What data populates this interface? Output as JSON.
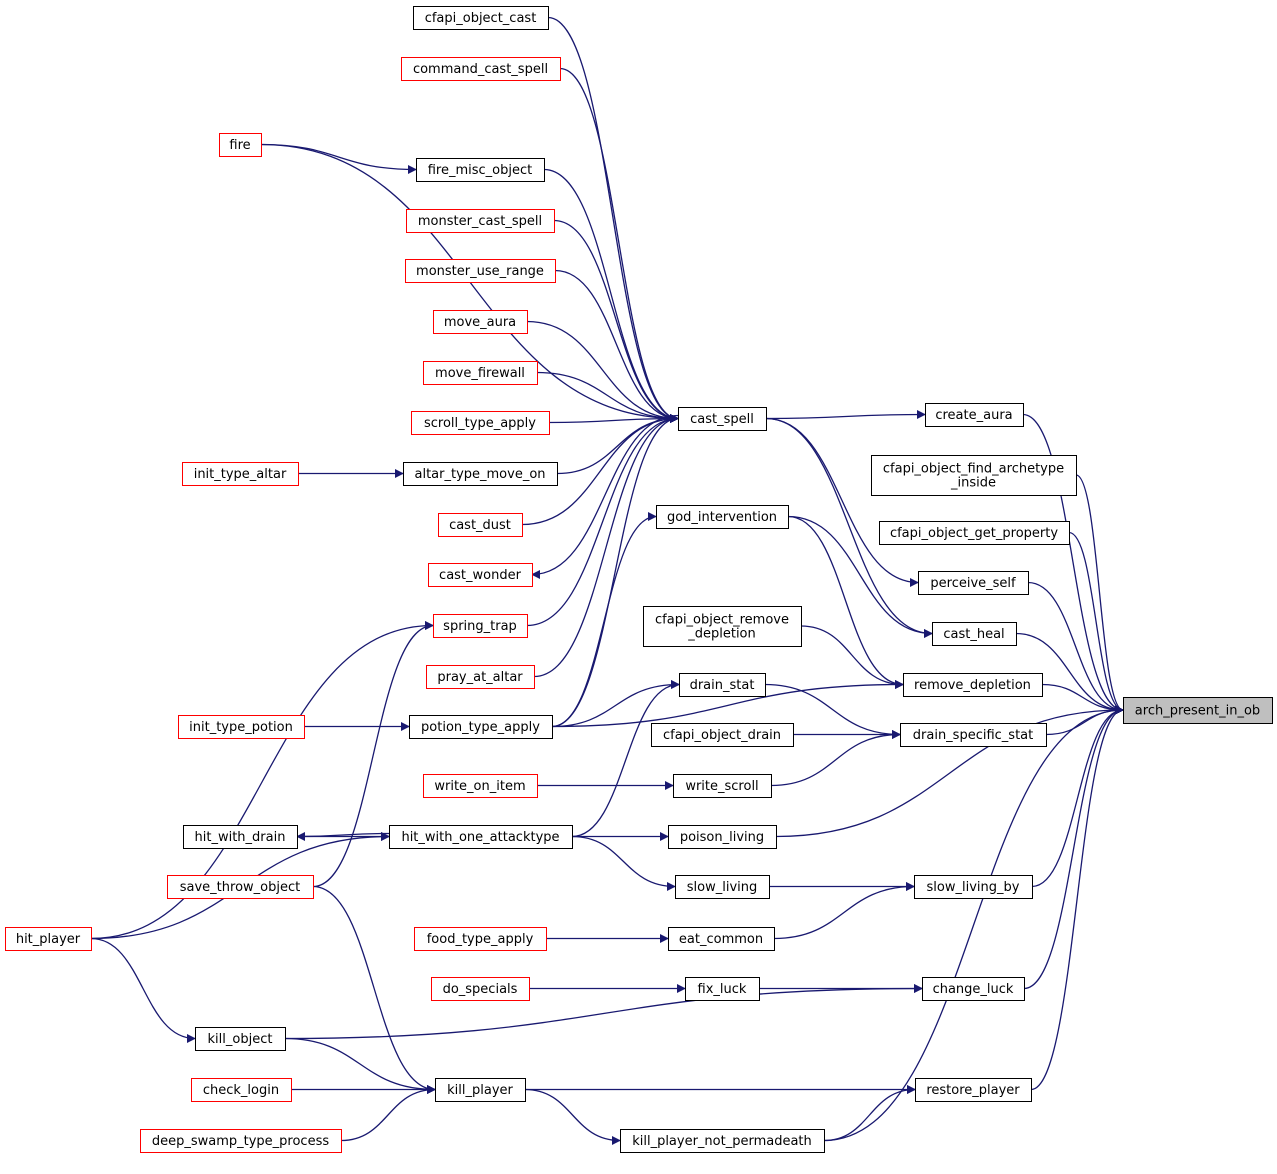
{
  "colors": {
    "edge": "#191970",
    "normal_border": "#000000",
    "ref_border": "#ff0000",
    "focus_fill": "#bfbfbf",
    "fill": "#ffffff"
  },
  "graph": {
    "nodes": [
      {
        "id": "cfapi_object_cast",
        "lines": [
          "cfapi_object_cast"
        ],
        "style": "normal"
      },
      {
        "id": "command_cast_spell",
        "lines": [
          "command_cast_spell"
        ],
        "style": "ref"
      },
      {
        "id": "fire",
        "lines": [
          "fire"
        ],
        "style": "ref"
      },
      {
        "id": "fire_misc_object",
        "lines": [
          "fire_misc_object"
        ],
        "style": "normal"
      },
      {
        "id": "monster_cast_spell",
        "lines": [
          "monster_cast_spell"
        ],
        "style": "ref"
      },
      {
        "id": "monster_use_range",
        "lines": [
          "monster_use_range"
        ],
        "style": "ref"
      },
      {
        "id": "move_aura",
        "lines": [
          "move_aura"
        ],
        "style": "ref"
      },
      {
        "id": "move_firewall",
        "lines": [
          "move_firewall"
        ],
        "style": "ref"
      },
      {
        "id": "scroll_type_apply",
        "lines": [
          "scroll_type_apply"
        ],
        "style": "ref"
      },
      {
        "id": "cast_spell",
        "lines": [
          "cast_spell"
        ],
        "style": "normal"
      },
      {
        "id": "init_type_altar",
        "lines": [
          "init_type_altar"
        ],
        "style": "ref"
      },
      {
        "id": "altar_type_move_on",
        "lines": [
          "altar_type_move_on"
        ],
        "style": "normal"
      },
      {
        "id": "cast_dust",
        "lines": [
          "cast_dust"
        ],
        "style": "ref"
      },
      {
        "id": "cast_wonder",
        "lines": [
          "cast_wonder"
        ],
        "style": "ref"
      },
      {
        "id": "spring_trap",
        "lines": [
          "spring_trap"
        ],
        "style": "ref"
      },
      {
        "id": "pray_at_altar",
        "lines": [
          "pray_at_altar"
        ],
        "style": "ref"
      },
      {
        "id": "god_intervention",
        "lines": [
          "god_intervention"
        ],
        "style": "normal"
      },
      {
        "id": "cfapi_object_remove_depletion",
        "lines": [
          "cfapi_object_remove",
          "_depletion"
        ],
        "style": "normal"
      },
      {
        "id": "drain_stat",
        "lines": [
          "drain_stat"
        ],
        "style": "normal"
      },
      {
        "id": "init_type_potion",
        "lines": [
          "init_type_potion"
        ],
        "style": "ref"
      },
      {
        "id": "potion_type_apply",
        "lines": [
          "potion_type_apply"
        ],
        "style": "normal"
      },
      {
        "id": "cfapi_object_drain",
        "lines": [
          "cfapi_object_drain"
        ],
        "style": "normal"
      },
      {
        "id": "write_on_item",
        "lines": [
          "write_on_item"
        ],
        "style": "ref"
      },
      {
        "id": "write_scroll",
        "lines": [
          "write_scroll"
        ],
        "style": "normal"
      },
      {
        "id": "hit_with_drain",
        "lines": [
          "hit_with_drain"
        ],
        "style": "normal"
      },
      {
        "id": "hit_with_one_attacktype",
        "lines": [
          "hit_with_one_attacktype"
        ],
        "style": "normal"
      },
      {
        "id": "poison_living",
        "lines": [
          "poison_living"
        ],
        "style": "normal"
      },
      {
        "id": "save_throw_object",
        "lines": [
          "save_throw_object"
        ],
        "style": "ref"
      },
      {
        "id": "slow_living",
        "lines": [
          "slow_living"
        ],
        "style": "normal"
      },
      {
        "id": "hit_player",
        "lines": [
          "hit_player"
        ],
        "style": "ref"
      },
      {
        "id": "food_type_apply",
        "lines": [
          "food_type_apply"
        ],
        "style": "ref"
      },
      {
        "id": "eat_common",
        "lines": [
          "eat_common"
        ],
        "style": "normal"
      },
      {
        "id": "do_specials",
        "lines": [
          "do_specials"
        ],
        "style": "ref"
      },
      {
        "id": "fix_luck",
        "lines": [
          "fix_luck"
        ],
        "style": "normal"
      },
      {
        "id": "kill_object",
        "lines": [
          "kill_object"
        ],
        "style": "normal"
      },
      {
        "id": "check_login",
        "lines": [
          "check_login"
        ],
        "style": "ref"
      },
      {
        "id": "kill_player",
        "lines": [
          "kill_player"
        ],
        "style": "normal"
      },
      {
        "id": "deep_swamp_type_process",
        "lines": [
          "deep_swamp_type_process"
        ],
        "style": "ref"
      },
      {
        "id": "kill_player_not_permadeath",
        "lines": [
          "kill_player_not_permadeath"
        ],
        "style": "normal"
      },
      {
        "id": "create_aura",
        "lines": [
          "create_aura"
        ],
        "style": "normal"
      },
      {
        "id": "cfapi_object_find_archetype_inside",
        "lines": [
          "cfapi_object_find_archetype",
          "_inside"
        ],
        "style": "normal"
      },
      {
        "id": "cfapi_object_get_property",
        "lines": [
          "cfapi_object_get_property"
        ],
        "style": "normal"
      },
      {
        "id": "perceive_self",
        "lines": [
          "perceive_self"
        ],
        "style": "normal"
      },
      {
        "id": "cast_heal",
        "lines": [
          "cast_heal"
        ],
        "style": "normal"
      },
      {
        "id": "remove_depletion",
        "lines": [
          "remove_depletion"
        ],
        "style": "normal"
      },
      {
        "id": "drain_specific_stat",
        "lines": [
          "drain_specific_stat"
        ],
        "style": "normal"
      },
      {
        "id": "slow_living_by",
        "lines": [
          "slow_living_by"
        ],
        "style": "normal"
      },
      {
        "id": "change_luck",
        "lines": [
          "change_luck"
        ],
        "style": "normal"
      },
      {
        "id": "restore_player",
        "lines": [
          "restore_player"
        ],
        "style": "normal"
      },
      {
        "id": "arch_present_in_ob",
        "lines": [
          "arch_present_in_ob"
        ],
        "style": "focus"
      }
    ],
    "edges": [
      {
        "from": "create_aura",
        "to": "arch_present_in_ob"
      },
      {
        "from": "cfapi_object_find_archetype_inside",
        "to": "arch_present_in_ob"
      },
      {
        "from": "cfapi_object_get_property",
        "to": "arch_present_in_ob"
      },
      {
        "from": "perceive_self",
        "to": "arch_present_in_ob"
      },
      {
        "from": "cast_heal",
        "to": "arch_present_in_ob"
      },
      {
        "from": "remove_depletion",
        "to": "arch_present_in_ob"
      },
      {
        "from": "drain_specific_stat",
        "to": "arch_present_in_ob"
      },
      {
        "from": "poison_living",
        "to": "arch_present_in_ob"
      },
      {
        "from": "slow_living_by",
        "to": "arch_present_in_ob"
      },
      {
        "from": "change_luck",
        "to": "arch_present_in_ob"
      },
      {
        "from": "restore_player",
        "to": "arch_present_in_ob"
      },
      {
        "from": "kill_player_not_permadeath",
        "to": "arch_present_in_ob"
      },
      {
        "from": "cast_spell",
        "to": "create_aura"
      },
      {
        "from": "cast_spell",
        "to": "perceive_self"
      },
      {
        "from": "cast_spell",
        "to": "cast_heal"
      },
      {
        "from": "god_intervention",
        "to": "cast_heal"
      },
      {
        "from": "god_intervention",
        "to": "remove_depletion"
      },
      {
        "from": "cfapi_object_remove_depletion",
        "to": "remove_depletion"
      },
      {
        "from": "potion_type_apply",
        "to": "remove_depletion"
      },
      {
        "from": "drain_stat",
        "to": "drain_specific_stat"
      },
      {
        "from": "cfapi_object_drain",
        "to": "drain_specific_stat"
      },
      {
        "from": "write_scroll",
        "to": "drain_specific_stat"
      },
      {
        "from": "slow_living",
        "to": "slow_living_by"
      },
      {
        "from": "eat_common",
        "to": "slow_living_by"
      },
      {
        "from": "fix_luck",
        "to": "change_luck"
      },
      {
        "from": "kill_object",
        "to": "change_luck"
      },
      {
        "from": "kill_player",
        "to": "restore_player"
      },
      {
        "from": "kill_player_not_permadeath",
        "to": "restore_player"
      },
      {
        "from": "cfapi_object_cast",
        "to": "cast_spell"
      },
      {
        "from": "command_cast_spell",
        "to": "cast_spell"
      },
      {
        "from": "fire",
        "to": "cast_spell"
      },
      {
        "from": "fire_misc_object",
        "to": "cast_spell"
      },
      {
        "from": "monster_cast_spell",
        "to": "cast_spell"
      },
      {
        "from": "monster_use_range",
        "to": "cast_spell"
      },
      {
        "from": "move_aura",
        "to": "cast_spell"
      },
      {
        "from": "move_firewall",
        "to": "cast_spell"
      },
      {
        "from": "scroll_type_apply",
        "to": "cast_spell"
      },
      {
        "from": "altar_type_move_on",
        "to": "cast_spell"
      },
      {
        "from": "cast_dust",
        "to": "cast_spell"
      },
      {
        "from": "cast_spell",
        "to": "cast_wonder"
      },
      {
        "from": "spring_trap",
        "to": "cast_spell"
      },
      {
        "from": "pray_at_altar",
        "to": "cast_spell"
      },
      {
        "from": "potion_type_apply",
        "to": "cast_spell"
      },
      {
        "from": "fire",
        "to": "fire_misc_object"
      },
      {
        "from": "init_type_altar",
        "to": "altar_type_move_on"
      },
      {
        "from": "init_type_potion",
        "to": "potion_type_apply"
      },
      {
        "from": "potion_type_apply",
        "to": "god_intervention"
      },
      {
        "from": "potion_type_apply",
        "to": "drain_stat"
      },
      {
        "from": "hit_with_one_attacktype",
        "to": "drain_stat"
      },
      {
        "from": "write_on_item",
        "to": "write_scroll"
      },
      {
        "from": "hit_with_one_attacktype",
        "to": "hit_with_drain"
      },
      {
        "from": "hit_with_drain",
        "to": "hit_with_one_attacktype"
      },
      {
        "from": "hit_with_one_attacktype",
        "to": "poison_living"
      },
      {
        "from": "hit_with_one_attacktype",
        "to": "slow_living"
      },
      {
        "from": "hit_player",
        "to": "hit_with_one_attacktype"
      },
      {
        "from": "hit_player",
        "to": "spring_trap"
      },
      {
        "from": "save_throw_object",
        "to": "spring_trap"
      },
      {
        "from": "food_type_apply",
        "to": "eat_common"
      },
      {
        "from": "do_specials",
        "to": "fix_luck"
      },
      {
        "from": "hit_player",
        "to": "kill_object"
      },
      {
        "from": "kill_object",
        "to": "kill_player"
      },
      {
        "from": "save_throw_object",
        "to": "kill_player"
      },
      {
        "from": "check_login",
        "to": "kill_player"
      },
      {
        "from": "deep_swamp_type_process",
        "to": "kill_player"
      },
      {
        "from": "kill_player",
        "to": "kill_player_not_permadeath"
      }
    ]
  }
}
